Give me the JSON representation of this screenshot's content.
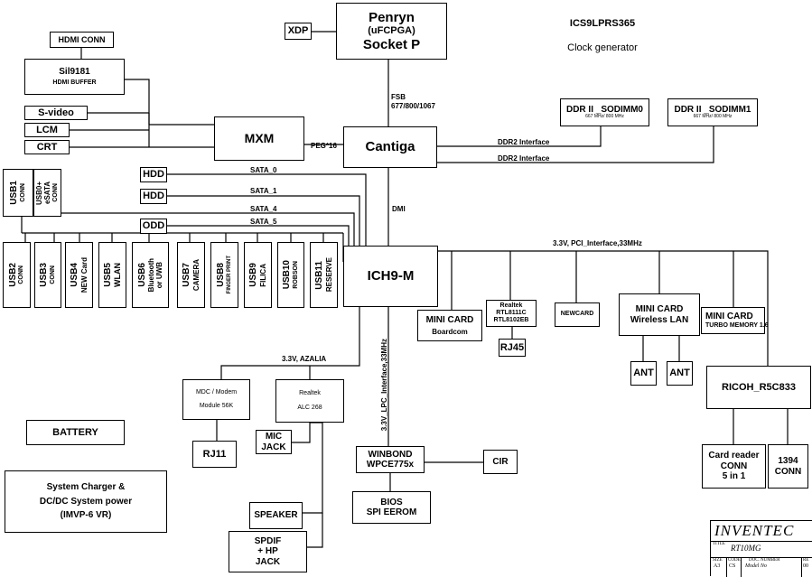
{
  "cpu": {
    "line1": "Penryn",
    "line2": "(uFCPGA)",
    "line3": "Socket P"
  },
  "xdp": "XDP",
  "clock": {
    "line1": "ICS9LPRS365",
    "line2": "Clock generator"
  },
  "fsb": {
    "line1": "FSB",
    "line2": "677/800/1067"
  },
  "ddr0": {
    "title": "DDR II _SODIMM0",
    "speed": "667 MHz/ 800 MHz"
  },
  "ddr1": {
    "title": "DDR II _SODIMM1",
    "speed": "667 MHz/ 800 MHz"
  },
  "ddr2_iface": "DDR2 Interface",
  "hdmi_conn": "HDMI CONN",
  "sil": {
    "line1": "Sil9181",
    "line2": "HDMI BUFFER"
  },
  "svideo": "S-video",
  "lcm": "LCM",
  "crt": "CRT",
  "mxm": "MXM",
  "peg": "PEG*16",
  "cantiga": "Cantiga",
  "dmi": "DMI",
  "hdd1": "HDD",
  "hdd2": "HDD",
  "odd": "ODD",
  "sata0": "SATA_0",
  "sata1": "SATA_1",
  "sata4": "SATA_4",
  "sata5": "SATA_5",
  "usb_top": [
    {
      "line1": "USB1",
      "line2": "CONN"
    },
    {
      "line1": "USB0+ eSATA",
      "line2": "CONN"
    }
  ],
  "usb_row": [
    {
      "line1": "USB2",
      "line2": "CONN"
    },
    {
      "line1": "USB3",
      "line2": "CONN"
    },
    {
      "line1": "USB4",
      "line2": "NEW Card"
    },
    {
      "line1": "USB5",
      "line2": "WLAN"
    },
    {
      "line1": "USB6",
      "line2": "Bluetooth",
      "line3": "or UWB"
    },
    {
      "line1": "USB7",
      "line2": "CAMERA"
    },
    {
      "line1": "USB8",
      "line2": "FINGER PRINT"
    },
    {
      "line1": "USB9",
      "line2": "FILICA"
    },
    {
      "line1": "USB10",
      "line2": "ROBSON"
    },
    {
      "line1": "USB11",
      "line2": "RESERVE"
    }
  ],
  "ich": "ICH9-M",
  "pci_iface": "3.3V, PCI_Interface,33MHz",
  "mc_boardcom": {
    "line1": "MINI CARD",
    "line2": "Boardcom"
  },
  "realtek_lan": {
    "line1": "Realtek",
    "line2": "RTL8111C",
    "line3": "RTL8102EB"
  },
  "rj45": "RJ45",
  "newcard": "NEWCARD",
  "mc_wlan": {
    "line1": "MINI CARD",
    "line2": "Wireless LAN"
  },
  "mc_turbo": {
    "line1": "MINI CARD",
    "line2": "TURBO MEMORY 1.6"
  },
  "ant1": "ANT",
  "ant2": "ANT",
  "ricoh": "RICOH_R5C833",
  "cardreader": {
    "line1": "Card reader",
    "line2": "CONN",
    "line3": "5 in 1"
  },
  "conn1394": {
    "line1": "1394",
    "line2": "CONN"
  },
  "azalia": "3.3V, AZALIA",
  "lpc_iface": "3.3V_LPC_Interface,33MHz",
  "mdc": {
    "line1": "MDC / Modem",
    "line2": "Module 56K"
  },
  "codec": {
    "line1": "Realtek",
    "line2": "ALC 268"
  },
  "rj11": "RJ11",
  "mic": {
    "line1": "MIC",
    "line2": "JACK"
  },
  "speaker": "SPEAKER",
  "spdif": {
    "line1": "SPDIF",
    "line2": "+ HP",
    "line3": "JACK"
  },
  "winbond": {
    "line1": "WINBOND",
    "line2": "WPCE775x"
  },
  "cir": "CIR",
  "bios": {
    "line1": "BIOS",
    "line2": "SPI EEROM"
  },
  "battery": "BATTERY",
  "charger": {
    "line1": "System Charger &",
    "line2": "DC/DC System power",
    "line3": "(IMVP-6   VR)"
  },
  "titleblock": {
    "company": "INVENTEC",
    "title_label": "TITLE",
    "title": "RT10MG",
    "size_label": "SIZE",
    "size": "A3",
    "code_label": "CODE",
    "code": "CS",
    "doc_label": "DOC. NUMBER",
    "doc": "Model No",
    "rev_label": "RE",
    "rev": "00"
  },
  "colors": {
    "line": "#000000",
    "background": "#ffffff"
  }
}
